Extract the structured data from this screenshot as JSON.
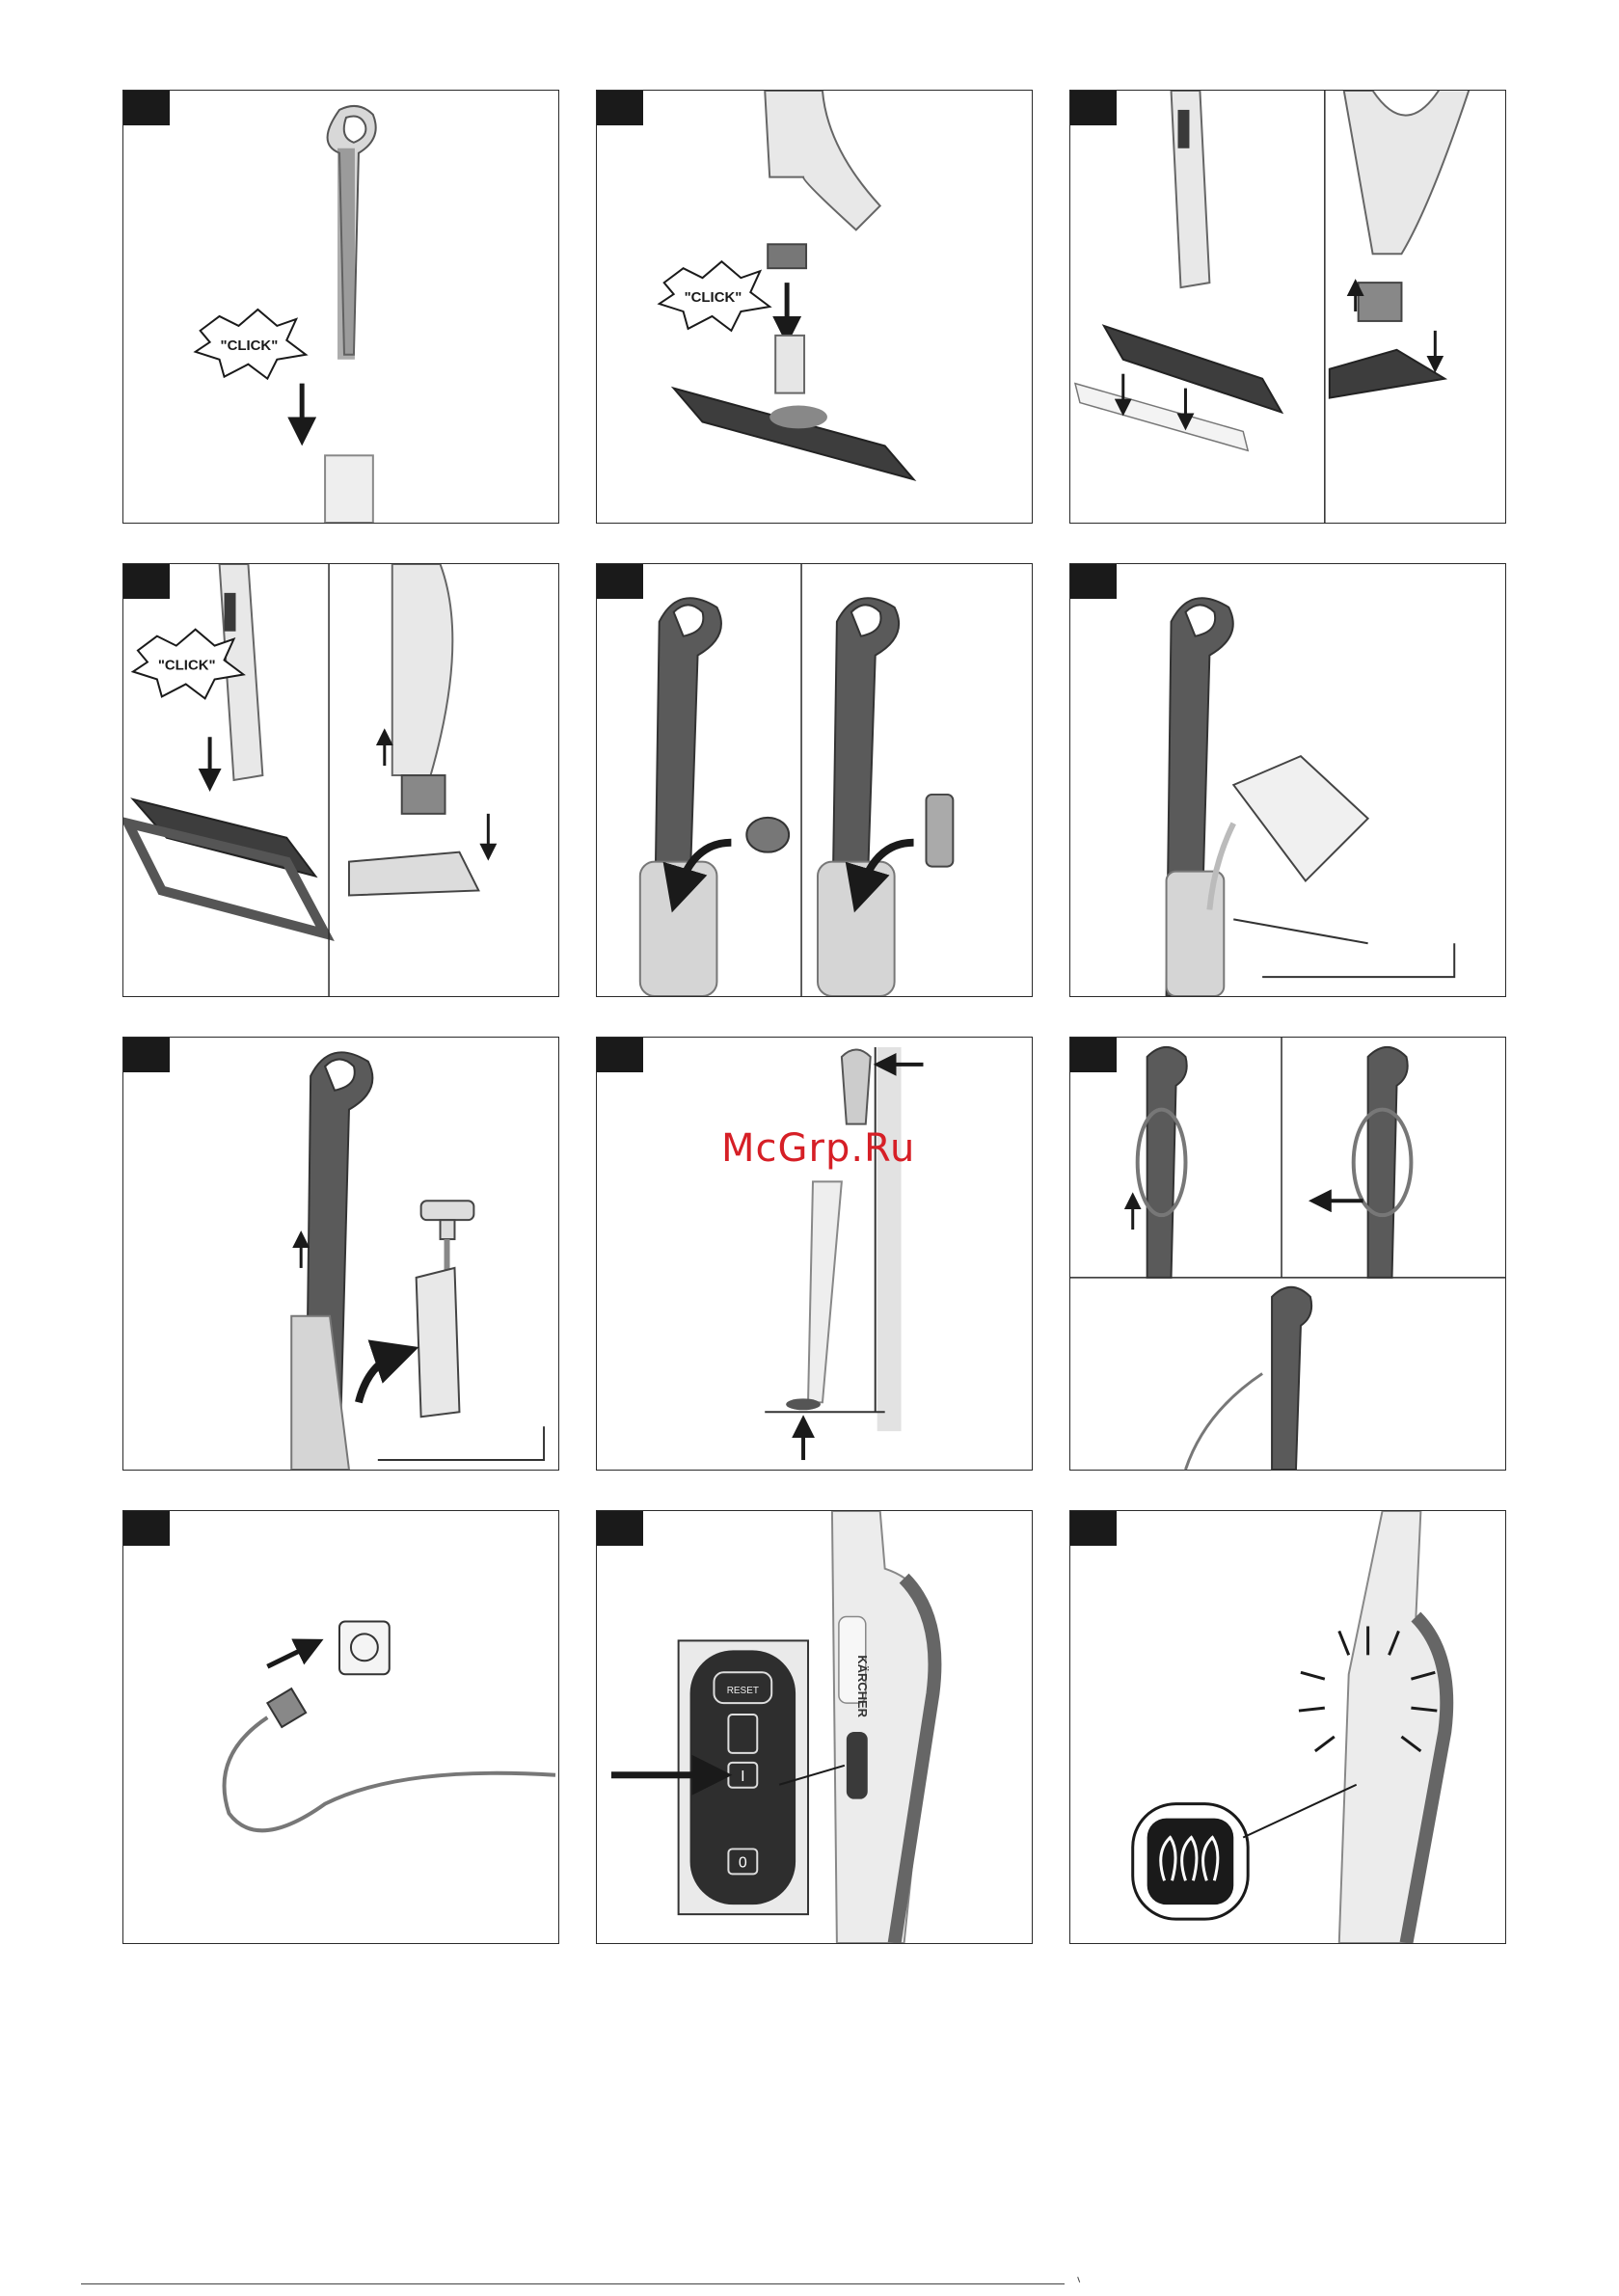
{
  "labels": {
    "click": "\"CLICK\"",
    "reset": "RESET",
    "on": "I",
    "off": "0",
    "brand": "KÄRCHER",
    "watermark": "McGrp.Ru"
  },
  "colors": {
    "frame": "#2a2a2a",
    "tab": "#1a1a1a",
    "device_dark": "#4a4a4a",
    "device_light": "#e8e8e8",
    "pad": "#3a3a3a",
    "watermark": "#d61f26"
  },
  "panels": [
    {
      "id": "step-1",
      "icon": "handle-assembly-illustration"
    },
    {
      "id": "step-2",
      "icon": "floor-nozzle-attach-illustration"
    },
    {
      "id": "step-3",
      "icon": "floor-cloth-attach-illustration"
    },
    {
      "id": "step-4",
      "icon": "carpet-glider-attach-illustration"
    },
    {
      "id": "step-5",
      "icon": "water-cartridge-insert-illustration"
    },
    {
      "id": "step-6",
      "icon": "water-fill-jug-illustration"
    },
    {
      "id": "step-7",
      "icon": "water-tank-tap-fill-illustration"
    },
    {
      "id": "step-8",
      "icon": "wall-park-position-illustration"
    },
    {
      "id": "step-9",
      "icon": "cable-unwind-illustration"
    },
    {
      "id": "step-10",
      "icon": "mains-plug-illustration"
    },
    {
      "id": "step-11",
      "icon": "control-panel-on-button-illustration"
    },
    {
      "id": "step-12",
      "icon": "heat-up-indicator-illustration"
    }
  ]
}
